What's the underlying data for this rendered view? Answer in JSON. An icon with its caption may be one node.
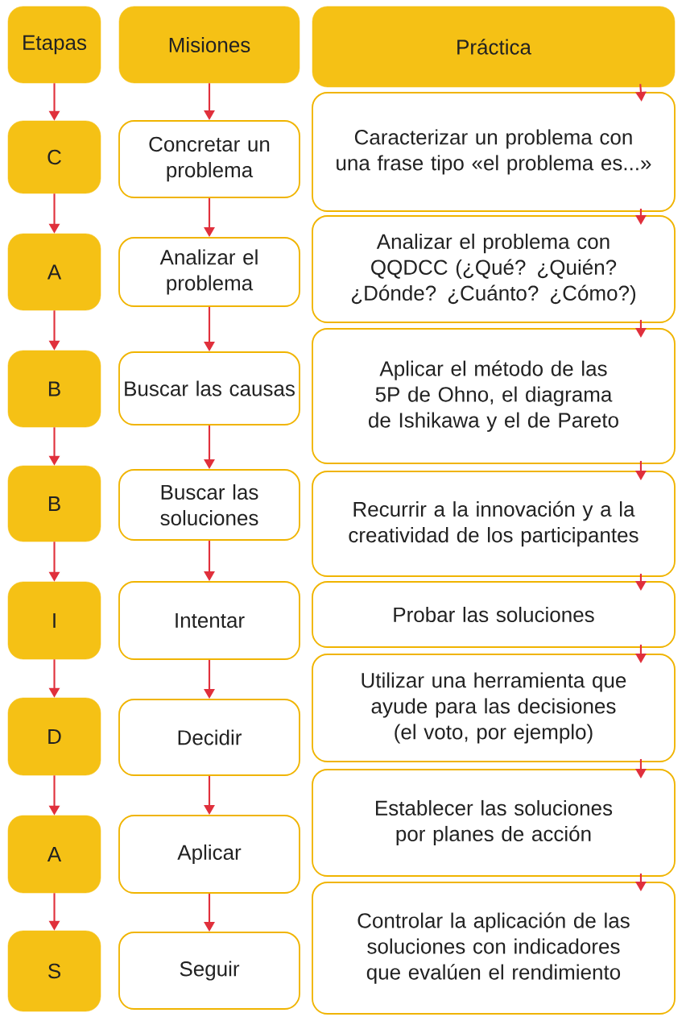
{
  "diagram": {
    "nodes": [
      {
        "text": [
          "Etapas"
        ]
      },
      {
        "text": [
          "Misiones"
        ]
      },
      {
        "text": [
          "Práctica"
        ]
      },
      {
        "text": [
          "C"
        ]
      },
      {
        "text": [
          "Concretar un problema"
        ]
      },
      {
        "text": [
          "Caracterizar un problema con una frase tipo «el problema es...»"
        ]
      },
      {
        "text": [
          "A"
        ]
      },
      {
        "text": [
          "Analizar el problema"
        ]
      },
      {
        "text": [
          "Analizar el problema con QQDCC (¿Qué? ¿Quién? ¿Dónde? ¿Cuánto? ¿Cómo?)"
        ]
      },
      {
        "text": [
          "B"
        ]
      },
      {
        "text": [
          "Buscar las causas"
        ]
      },
      {
        "text": [
          "Aplicar el método de las 5P de Ohno, el diagrama de Ishikawa y el de Pareto"
        ]
      },
      {
        "text": [
          "B"
        ]
      },
      {
        "text": [
          "Buscar las soluciones"
        ]
      },
      {
        "text": [
          "Recurrir a la innovación y a la creatividad de los participantes"
        ]
      },
      {
        "text": [
          "I"
        ]
      },
      {
        "text": [
          "Intentar"
        ]
      },
      {
        "text": [
          "Probar las soluciones"
        ]
      },
      {
        "text": [
          "D"
        ]
      },
      {
        "text": [
          "Decidir"
        ]
      },
      {
        "text": [
          "Utilizar una herramienta que ayude para las decisiones (el voto, por ejemplo)"
        ]
      },
      {
        "text": [
          "A"
        ]
      },
      {
        "text": [
          "Aplicar"
        ]
      },
      {
        "text": [
          "Establecer las soluciones por planes de acción"
        ]
      },
      {
        "text": [
          "S"
        ]
      },
      {
        "text": [
          "Seguir"
        ]
      },
      {
        "text": [
          "Controlar la aplicación de las soluciones con indicadores que evalúen el rendimiento"
        ]
      }
    ],
    "edges": [
      {
        "from": 0,
        "to": 3,
        "arrow": "to"
      },
      {
        "from": 3,
        "to": 6,
        "arrow": "to"
      },
      {
        "from": 6,
        "to": 9,
        "arrow": "to"
      },
      {
        "from": 9,
        "to": 12,
        "arrow": "to"
      },
      {
        "from": 12,
        "to": 15,
        "arrow": "to"
      },
      {
        "from": 15,
        "to": 18,
        "arrow": "to"
      },
      {
        "from": 18,
        "to": 21,
        "arrow": "to"
      },
      {
        "from": 21,
        "to": 24,
        "arrow": "to"
      },
      {
        "from": 1,
        "to": 4,
        "arrow": "to"
      },
      {
        "from": 4,
        "to": 7,
        "arrow": "to"
      },
      {
        "from": 7,
        "to": 10,
        "arrow": "to"
      },
      {
        "from": 10,
        "to": 13,
        "arrow": "to"
      },
      {
        "from": 13,
        "to": 16,
        "arrow": "to"
      },
      {
        "from": 16,
        "to": 19,
        "arrow": "to"
      },
      {
        "from": 19,
        "to": 22,
        "arrow": "to"
      },
      {
        "from": 22,
        "to": 25,
        "arrow": "to"
      },
      {
        "from": 2,
        "to": 5,
        "arrow": "to"
      },
      {
        "from": 5,
        "to": 8,
        "arrow": "to"
      },
      {
        "from": 8,
        "to": 11,
        "arrow": "to"
      },
      {
        "from": 11,
        "to": 14,
        "arrow": "to"
      },
      {
        "from": 14,
        "to": 17,
        "arrow": "to"
      },
      {
        "from": 17,
        "to": 20,
        "arrow": "to"
      },
      {
        "from": 20,
        "to": 23,
        "arrow": "to"
      },
      {
        "from": 23,
        "to": 26,
        "arrow": "to"
      }
    ]
  }
}
